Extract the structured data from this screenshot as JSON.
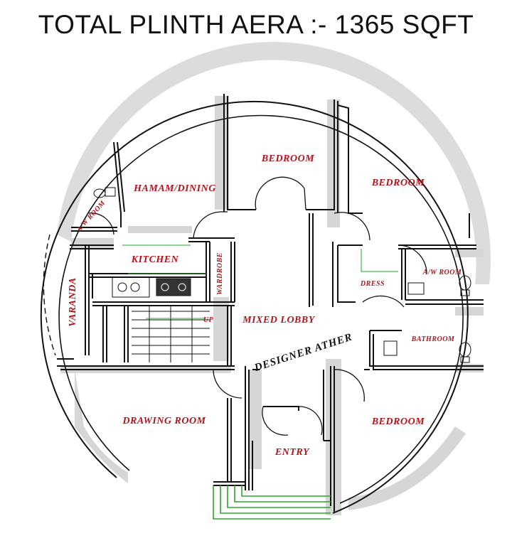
{
  "title": "TOTAL PLINTH AERA :- 1365 SQFT",
  "rooms": {
    "bedroom_top": "BEDROOM",
    "bedroom_right": "BEDROOM",
    "bedroom_bottom": "BEDROOM",
    "hamam_dining": "HAMAM/DINING",
    "aw_room_left": "A/W ROOM",
    "kitchen": "KITCHEN",
    "wardrobe": "WARDROBE",
    "varanda": "VARANDA",
    "up": "UP",
    "mixed_lobby": "MIXED LOBBY",
    "dress": "DRESS",
    "aw_room_right": "A/W ROOM",
    "bathroom": "BATHROOM",
    "drawing_room": "DRAWING ROOM",
    "entry": "ENTRY"
  },
  "signature": "DESIGNER ATHER",
  "colors": {
    "wall": "#111111",
    "shadow": "#d6d6d6",
    "label": "#b3141c",
    "steps": "#2aa52a"
  }
}
